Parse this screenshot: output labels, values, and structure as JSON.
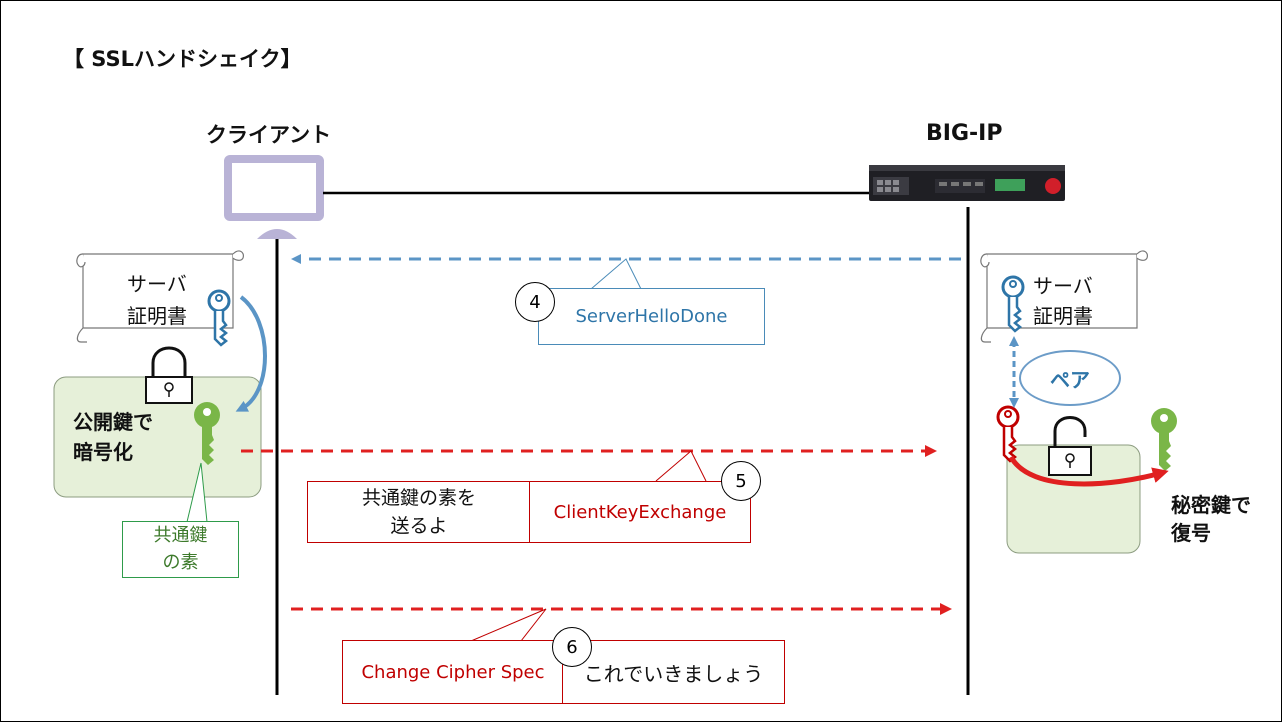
{
  "title": "【 SSLハンドシェイク】",
  "client": {
    "label": "クライアント"
  },
  "server": {
    "label": "BIG-IP"
  },
  "client_cert": {
    "line1": "サーバ",
    "line2": "証明書"
  },
  "server_cert": {
    "line1": "サーバ",
    "line2": "証明書"
  },
  "encrypt_box": {
    "line1": "公開鍵で",
    "line2": "暗号化"
  },
  "key_seed": {
    "line1": "共通鍵",
    "line2": "の素"
  },
  "pair_label": "ペア",
  "decrypt": {
    "line1": "秘密鍵で",
    "line2": "復号"
  },
  "messages": [
    {
      "step": "4",
      "name": "ServerHelloDone",
      "direction": "server-to-client",
      "style": "dashed-blue"
    },
    {
      "step": "5",
      "name": "ClientKeyExchange",
      "note_line1": "共通鍵の素を",
      "note_line2": "送るよ",
      "direction": "client-to-server",
      "style": "dashed-red"
    },
    {
      "step": "6",
      "name": "Change Cipher Spec",
      "note": "これでいきましょう",
      "direction": "client-to-server",
      "style": "dashed-red"
    }
  ],
  "colors": {
    "blue_arrow": "#5b95c6",
    "red_arrow": "#e02020",
    "green_key": "#7ab648",
    "green_panel": "#e6f0d9",
    "red_key": "#c00000",
    "monitor": "#b9b3d6",
    "lifeline": "#000000"
  },
  "icons": [
    "monitor-icon",
    "server-appliance-icon",
    "scroll-icon",
    "key-icon",
    "padlock-icon",
    "unlocked-padlock-icon"
  ]
}
